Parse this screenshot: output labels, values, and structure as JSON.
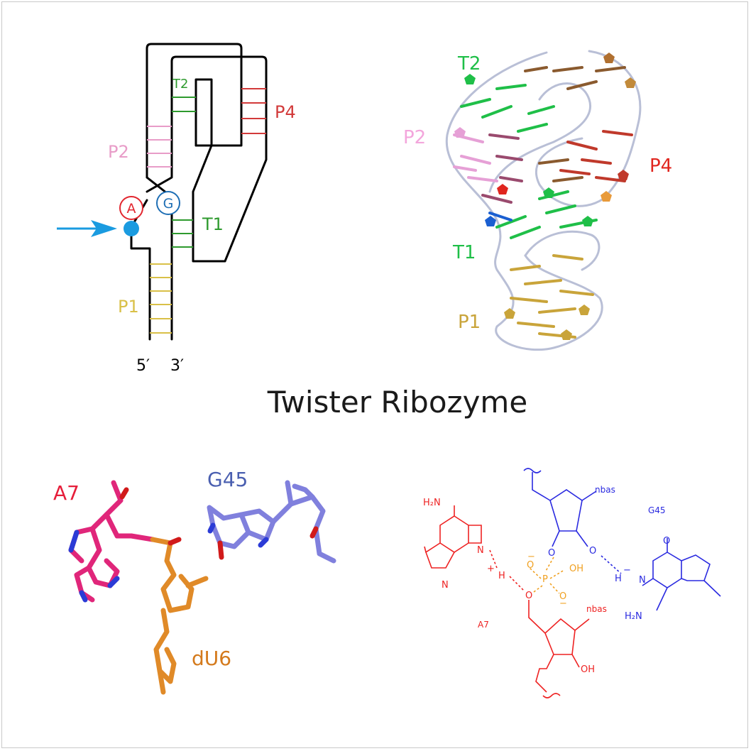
{
  "title": "Twister Ribozyme",
  "schematic": {
    "stems": [
      "T2",
      "P4",
      "P2",
      "T1",
      "P1"
    ],
    "nucleotides": [
      "A",
      "G"
    ],
    "ends": [
      "5′",
      "3′"
    ],
    "colors": {
      "T2": "#2e9a2e",
      "T1": "#2e9a2e",
      "P4": "#d23a3a",
      "P2": "#e89cc8",
      "P1": "#d9c048",
      "A": "#e2262f",
      "G": "#1f6fb5",
      "arrow": "#1a9be0"
    }
  },
  "structure3d": {
    "labels": [
      "T2",
      "P2",
      "P4",
      "T1",
      "P1"
    ],
    "colors": {
      "T2": "#1fbf48",
      "P2": "#f3a6dc",
      "P4": "#e0261f",
      "T1": "#1fbf48",
      "P1": "#c9a43a"
    }
  },
  "active_site": {
    "labels": [
      "A7",
      "G45",
      "dU6"
    ],
    "colors": {
      "A7": "#e61e3a",
      "G45": "#4a5fb0",
      "dU6": "#d47a1c"
    }
  },
  "mechanism": {
    "a7_labels": {
      "amine": "H₂N",
      "n": "N",
      "nh": "N",
      "h": "H",
      "plus": "+",
      "name": "A7",
      "nbas": "nbas",
      "oh": "OH",
      "o": "O"
    },
    "phosphate": {
      "p": "P",
      "oh": "OH",
      "o": "O",
      "minus": "−"
    },
    "g45_labels": {
      "nbas": "nbas",
      "name": "G45",
      "o": "O",
      "h": "H",
      "minus": "−",
      "n": "N",
      "amine": "H₂N"
    }
  }
}
